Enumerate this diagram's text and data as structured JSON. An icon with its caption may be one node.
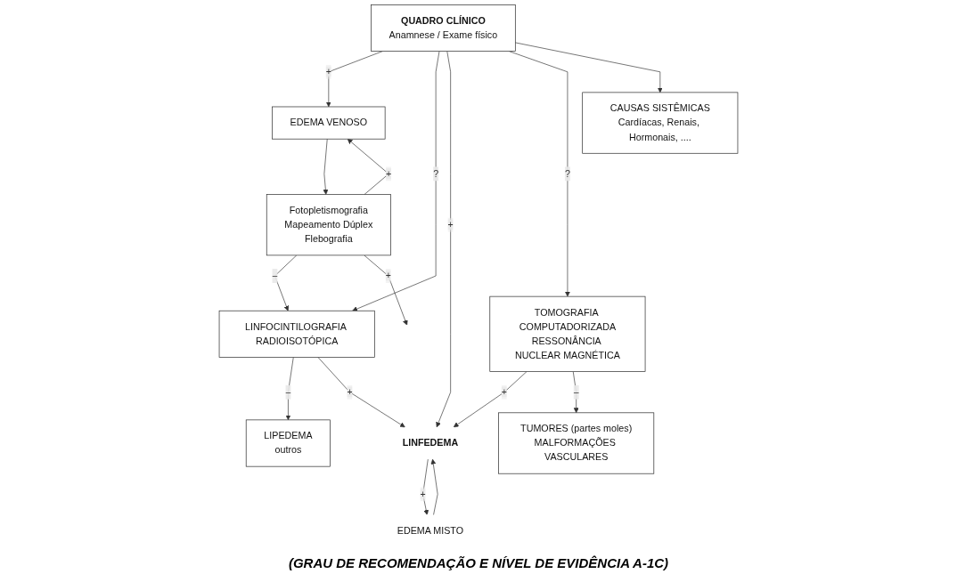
{
  "diagram": {
    "nodes": [
      {
        "text": [
          "QUADRO CLÍNICO",
          "Anamnese / Exame físico"
        ]
      },
      {
        "text": [
          "CAUSAS SISTÊMICAS",
          "Cardíacas, Renais, Hormonais, ...."
        ]
      },
      {
        "text": [
          "EDEMA VENOSO"
        ]
      },
      {
        "text": [
          "LINFOCINTILOGRAFIA RADIOISOTÓPICA"
        ]
      },
      {
        "text": [
          "TOMOGRAFIA COMPUTADORIZADA",
          "RESSONÂNCIA NUCLEAR MAGNÉTICA"
        ]
      },
      {
        "text": [
          "Fotopletismografia",
          "Mapeamento Dúplex",
          "Flebografia"
        ]
      },
      {
        "text": [
          "LIPEDEMA",
          "outros"
        ]
      },
      {
        "text": [
          "TUMORES (partes moles)",
          "MALFORMAÇÕES VASCULARES"
        ]
      },
      {
        "text": [
          "EDEMA MISTO"
        ]
      },
      {
        "text": [
          "LINFEDEMA"
        ]
      }
    ],
    "edges": [
      {
        "from": 0,
        "to": 2,
        "arrow": "to",
        "label": "+"
      },
      {
        "from": 0,
        "to": 3,
        "arrow": "to",
        "label": "?"
      },
      {
        "from": 0,
        "to": 9,
        "arrow": "to",
        "label": "+"
      },
      {
        "from": 0,
        "to": 4,
        "arrow": "to",
        "label": "?"
      },
      {
        "from": 0,
        "to": 1,
        "arrow": "to"
      },
      {
        "from": 2,
        "to": 5,
        "arrow": "to"
      },
      {
        "from": 5,
        "to": 2,
        "arrow": "to",
        "label": "+"
      },
      {
        "from": 5,
        "to": 3,
        "arrow": "to",
        "label": "–"
      },
      {
        "from": 5,
        "to": null,
        "arrow": "to",
        "label": "+"
      },
      {
        "from": 3,
        "to": 6,
        "arrow": "to",
        "label": "–"
      },
      {
        "from": 3,
        "to": 9,
        "arrow": "to",
        "label": "+"
      },
      {
        "from": 4,
        "to": 9,
        "arrow": "to",
        "label": "+"
      },
      {
        "from": 4,
        "to": 7,
        "arrow": "to",
        "label": "–"
      },
      {
        "from": 8,
        "to": 9,
        "arrow": "to"
      },
      {
        "from": 9,
        "to": 8,
        "arrow": "to",
        "label": "+"
      }
    ],
    "labels": [
      "(GRAU DE RECOMENDAÇÃO E NÍVEL DE EVIDÊNCIA A-1C)"
    ]
  }
}
